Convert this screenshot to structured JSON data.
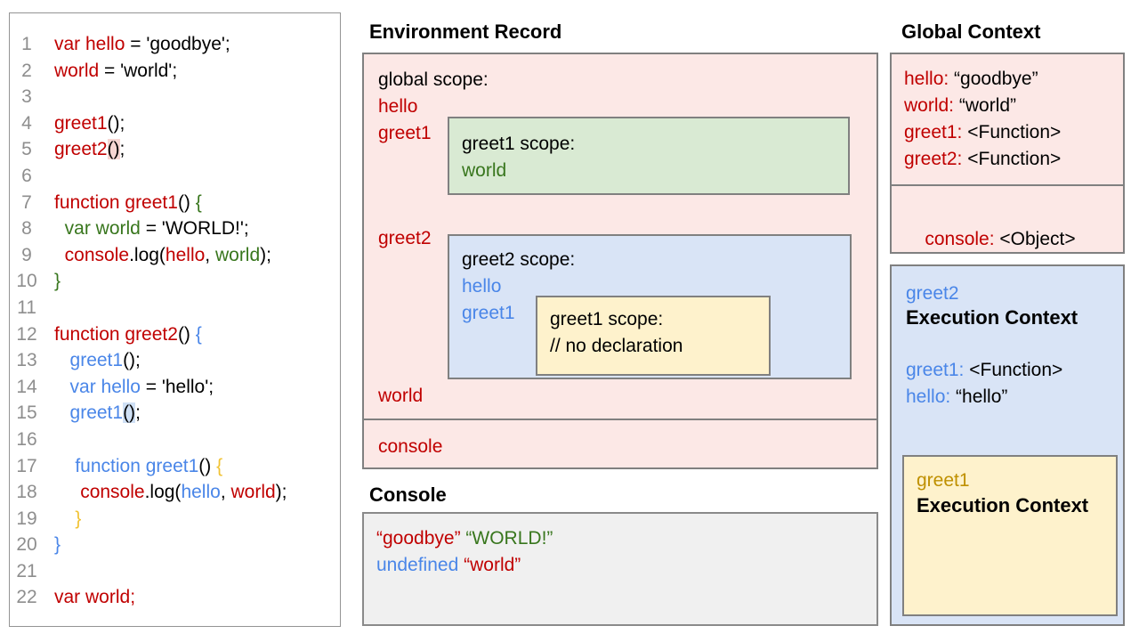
{
  "palette": {
    "code_red": "#c00000",
    "code_green": "#38761d",
    "code_blue": "#4a86e8",
    "code_gold": "#f1c232",
    "dark_gold": "#bf9000",
    "pink_fill": "#fce8e6",
    "green_fill": "#d9ead3",
    "blue_fill": "#d9e4f6",
    "yellow_fill": "#fef2cc",
    "console_fill": "#f0f0f0",
    "border_gray": "#808080"
  },
  "code_panel": {
    "lines": [
      {
        "n": "1",
        "segs": [
          {
            "t": "var hello",
            "c": "red"
          },
          {
            "t": " = 'goodbye';",
            "c": "k"
          }
        ]
      },
      {
        "n": "2",
        "segs": [
          {
            "t": "world",
            "c": "red"
          },
          {
            "t": " = 'world';",
            "c": "k"
          }
        ]
      },
      {
        "n": "3",
        "segs": []
      },
      {
        "n": "4",
        "segs": [
          {
            "t": "greet1",
            "c": "red"
          },
          {
            "t": "();",
            "c": "k"
          }
        ]
      },
      {
        "n": "5",
        "segs": [
          {
            "t": "greet2",
            "c": "red"
          },
          {
            "t": "()",
            "c": "k",
            "h": "pink"
          },
          {
            "t": ";",
            "c": "k"
          }
        ]
      },
      {
        "n": "6",
        "segs": []
      },
      {
        "n": "7",
        "segs": [
          {
            "t": "function greet1",
            "c": "red"
          },
          {
            "t": "() ",
            "c": "k"
          },
          {
            "t": "{",
            "c": "green"
          }
        ]
      },
      {
        "n": "8",
        "segs": [
          {
            "t": "  ",
            "c": "k"
          },
          {
            "t": "var world",
            "c": "green"
          },
          {
            "t": " = 'WORLD!';",
            "c": "k"
          }
        ]
      },
      {
        "n": "9",
        "segs": [
          {
            "t": "  ",
            "c": "k"
          },
          {
            "t": "console",
            "c": "red"
          },
          {
            "t": ".log(",
            "c": "k"
          },
          {
            "t": "hello",
            "c": "red"
          },
          {
            "t": ", ",
            "c": "k"
          },
          {
            "t": "world",
            "c": "green"
          },
          {
            "t": ");",
            "c": "k"
          }
        ]
      },
      {
        "n": "10",
        "segs": [
          {
            "t": "}",
            "c": "green"
          }
        ]
      },
      {
        "n": "11",
        "segs": []
      },
      {
        "n": "12",
        "segs": [
          {
            "t": "function greet2",
            "c": "red"
          },
          {
            "t": "() ",
            "c": "k"
          },
          {
            "t": "{",
            "c": "blue"
          }
        ]
      },
      {
        "n": "13",
        "segs": [
          {
            "t": "   ",
            "c": "k"
          },
          {
            "t": "greet1",
            "c": "blue"
          },
          {
            "t": "();",
            "c": "k"
          }
        ]
      },
      {
        "n": "14",
        "segs": [
          {
            "t": "   ",
            "c": "k"
          },
          {
            "t": "var hello",
            "c": "blue"
          },
          {
            "t": " = 'hello';",
            "c": "k"
          }
        ]
      },
      {
        "n": "15",
        "segs": [
          {
            "t": "   ",
            "c": "k"
          },
          {
            "t": "greet1",
            "c": "blue"
          },
          {
            "t": "()",
            "c": "k",
            "h": "blue"
          },
          {
            "t": ";",
            "c": "k"
          }
        ]
      },
      {
        "n": "16",
        "segs": []
      },
      {
        "n": "17",
        "segs": [
          {
            "t": "    ",
            "c": "k"
          },
          {
            "t": "function greet1",
            "c": "blue"
          },
          {
            "t": "() ",
            "c": "k"
          },
          {
            "t": "{",
            "c": "gold"
          }
        ]
      },
      {
        "n": "18",
        "segs": [
          {
            "t": "     ",
            "c": "k"
          },
          {
            "t": "console",
            "c": "red"
          },
          {
            "t": ".log(",
            "c": "k"
          },
          {
            "t": "hello",
            "c": "blue"
          },
          {
            "t": ", ",
            "c": "k"
          },
          {
            "t": "world",
            "c": "red"
          },
          {
            "t": ");",
            "c": "k"
          }
        ]
      },
      {
        "n": "19",
        "segs": [
          {
            "t": "    ",
            "c": "k"
          },
          {
            "t": "}",
            "c": "gold"
          }
        ]
      },
      {
        "n": "20",
        "segs": [
          {
            "t": "}",
            "c": "blue"
          }
        ]
      },
      {
        "n": "21",
        "segs": []
      },
      {
        "n": "22",
        "segs": [
          {
            "t": "var world;",
            "c": "red"
          }
        ]
      }
    ]
  },
  "environment_record": {
    "title": "Environment Record",
    "global_scope_label": "global scope:",
    "var_hello": "hello",
    "var_greet1": "greet1",
    "var_greet2": "greet2",
    "var_world": "world",
    "console_var": "console",
    "greet1_scope": {
      "label": "greet1 scope:",
      "var_world": "world"
    },
    "greet2_scope": {
      "label": "greet2 scope:",
      "var_hello": "hello",
      "var_greet1": "greet1",
      "nested_greet1_scope": {
        "label": "greet1 scope:",
        "comment": "// no declaration"
      }
    }
  },
  "console_panel": {
    "title": "Console",
    "lines": [
      [
        {
          "t": "“goodbye”",
          "c": "red"
        },
        {
          "t": " ",
          "c": "k"
        },
        {
          "t": "“WORLD!”",
          "c": "green"
        }
      ],
      [
        {
          "t": "undefined",
          "c": "blue"
        },
        {
          "t": " ",
          "c": "k"
        },
        {
          "t": "“world”",
          "c": "red"
        }
      ]
    ]
  },
  "global_context": {
    "title": "Global Context",
    "entries": [
      {
        "key": "hello:",
        "value": " “goodbye”"
      },
      {
        "key": "world:",
        "value": " “world”"
      },
      {
        "key": "greet1:",
        "value": " <Function>"
      },
      {
        "key": "greet2:",
        "value": " <Function>"
      }
    ],
    "console_entry": {
      "key": "console:",
      "value": " <Object>"
    }
  },
  "greet2_execution_context": {
    "name": "greet2",
    "label": "Execution Context",
    "entries": [
      {
        "key": "greet1:",
        "value": " <Function>"
      },
      {
        "key": "hello:",
        "value": " “hello”"
      }
    ],
    "greet1_execution_context": {
      "name": "greet1",
      "label": "Execution Context"
    }
  }
}
